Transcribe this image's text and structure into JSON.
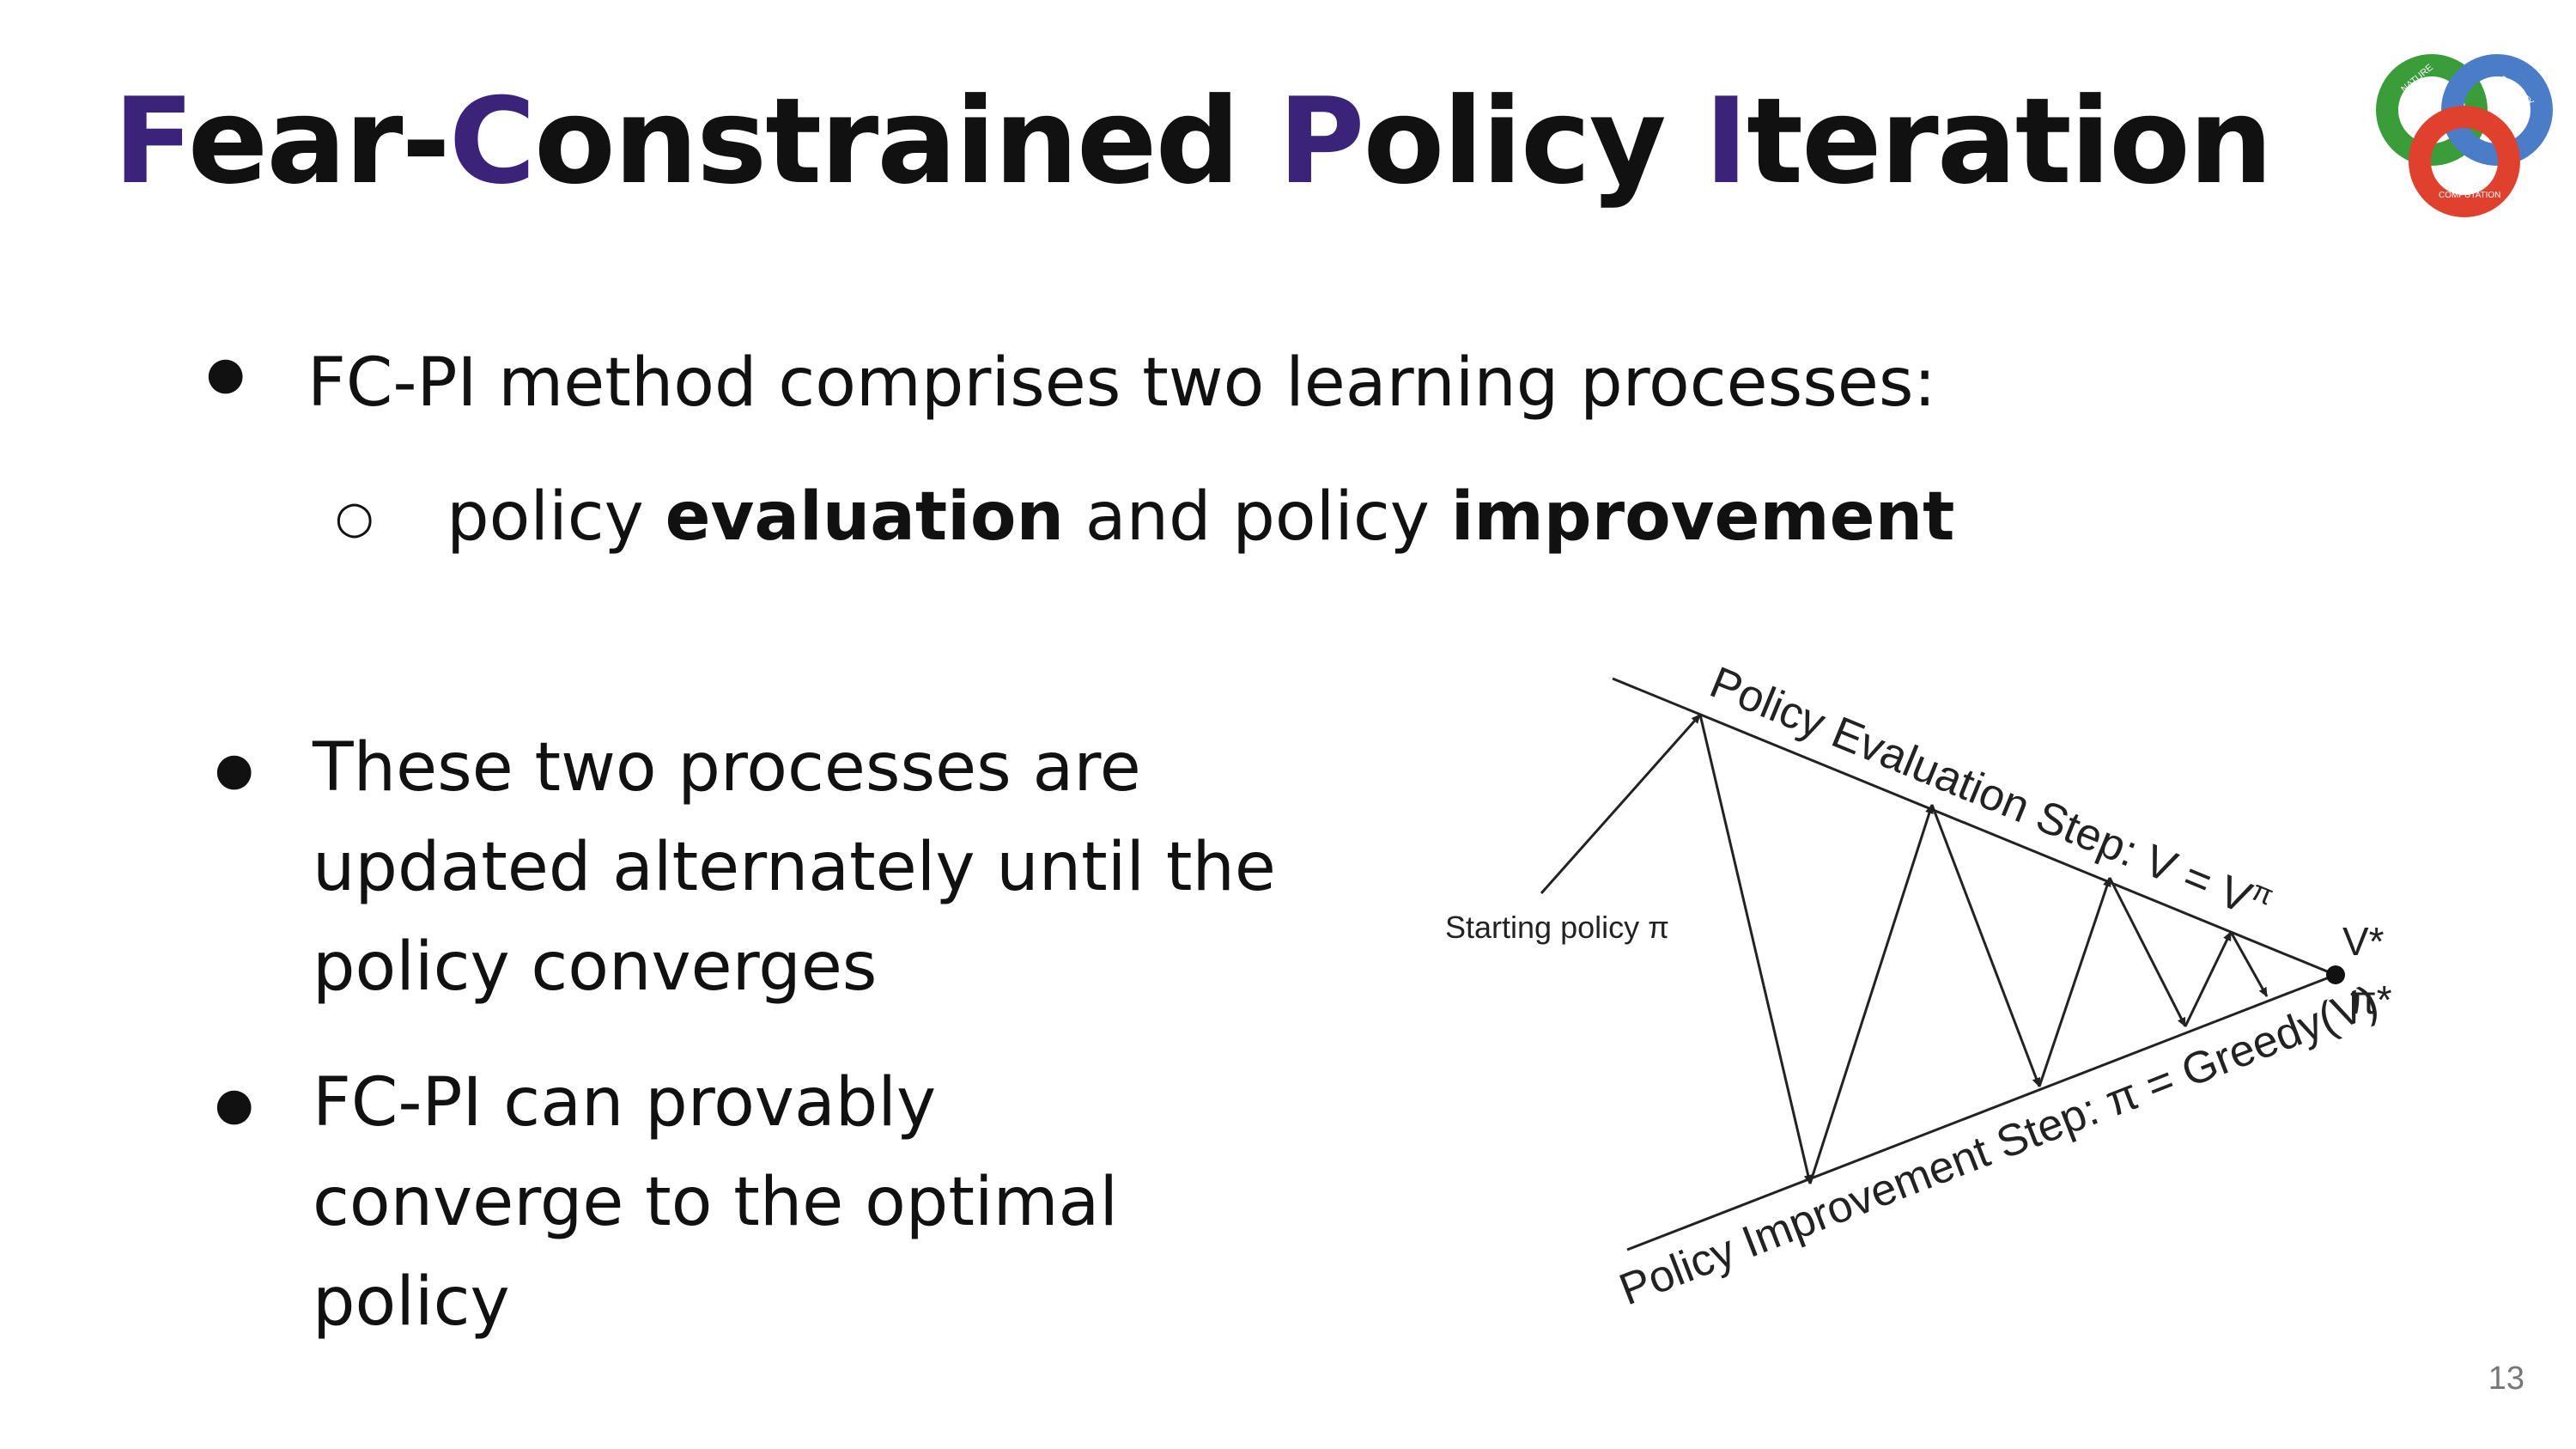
{
  "slide": {
    "title": [
      {
        "text": "F",
        "accent": true
      },
      {
        "text": "ear-",
        "accent": false
      },
      {
        "text": "C",
        "accent": true
      },
      {
        "text": "onstrained ",
        "accent": false
      },
      {
        "text": "P",
        "accent": true
      },
      {
        "text": "olicy ",
        "accent": false
      },
      {
        "text": "I",
        "accent": true
      },
      {
        "text": "teration",
        "accent": false
      }
    ],
    "accent_color": "#3a2379",
    "bullet1": "FC-PI method comprises two learning processes:",
    "sub_bullet": {
      "part1": "policy ",
      "bold1": "evaluation",
      "part2": " and policy ",
      "bold2": "improvement"
    },
    "bullet2": [
      "These two processes are",
      "updated alternately until the",
      "policy converges"
    ],
    "bullet3": [
      "FC-PI can provably",
      "converge to the optimal",
      "policy"
    ],
    "page_number": "13"
  },
  "logo": {
    "labels": {
      "top_left": "NATURE",
      "top_right": "SOCIETY",
      "bottom": "COMPUTATION"
    },
    "colors": {
      "green": "#3a9d3a",
      "blue": "#4a7cc7",
      "red": "#e0412e"
    }
  },
  "diagram": {
    "top_line_label": "Policy Evaluation Step: V = V",
    "top_line_sup": "π",
    "bottom_line_label": "Policy Improvement Step: π = Greedy(V)",
    "start_label": "Starting policy π",
    "v_star": "V*",
    "pi_star": "π*"
  }
}
